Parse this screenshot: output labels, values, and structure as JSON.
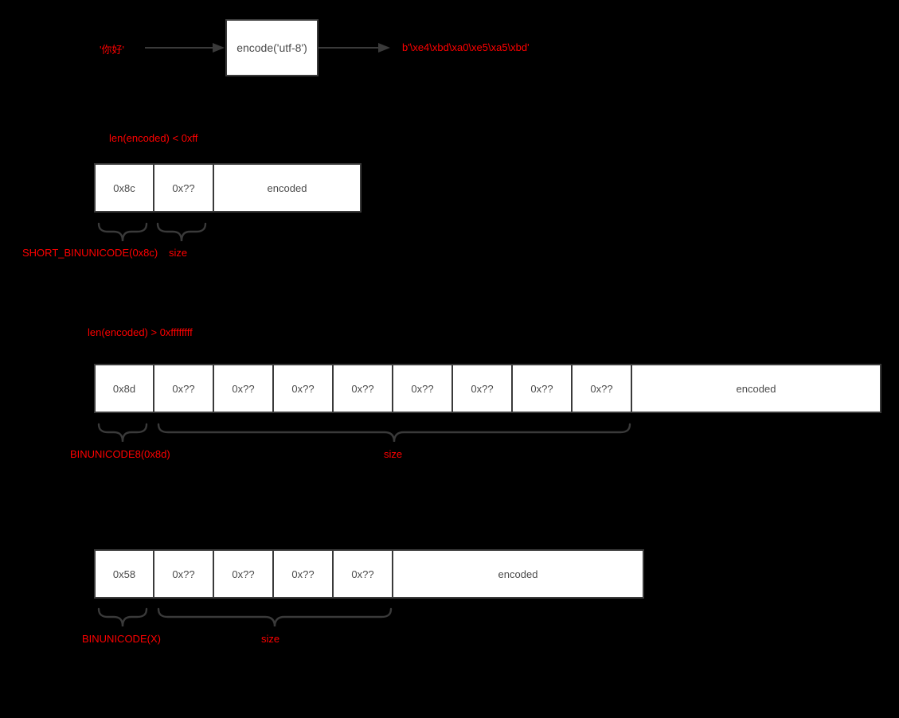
{
  "colors": {
    "background": "#000000",
    "box_fill": "#ffffff",
    "box_border": "#3a3a3a",
    "box_text": "#4a4a4a",
    "accent_red": "#ff0000"
  },
  "top_flow": {
    "input": "'你好'",
    "process": "encode('utf-8')",
    "output": "b'\\xe4\\xbd\\xa0\\xe5\\xa5\\xbd'"
  },
  "sections": {
    "short_binunicode": {
      "condition": "len(encoded) < 0xff",
      "cells": [
        "0x8c",
        "0x??",
        "encoded"
      ],
      "opcode_label": "SHORT_BINUNICODE(0x8c)",
      "size_label": "size"
    },
    "binunicode8": {
      "condition": "len(encoded) > 0xffffffff",
      "cells": [
        "0x8d",
        "0x??",
        "0x??",
        "0x??",
        "0x??",
        "0x??",
        "0x??",
        "0x??",
        "0x??",
        "encoded"
      ],
      "opcode_label": "BINUNICODE8(0x8d)",
      "size_label": "size"
    },
    "binunicode": {
      "cells": [
        "0x58",
        "0x??",
        "0x??",
        "0x??",
        "0x??",
        "encoded"
      ],
      "opcode_label": "BINUNICODE(X)",
      "size_label": "size"
    }
  }
}
